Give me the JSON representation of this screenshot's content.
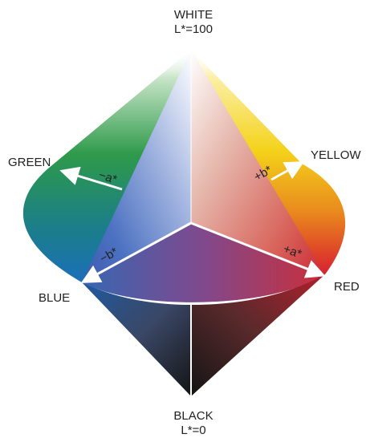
{
  "labels": {
    "white_name": "WHITE",
    "white_value": "L*=100",
    "black_name": "BLACK",
    "black_value": "L*=0",
    "green": "GREEN",
    "yellow": "YELLOW",
    "blue": "BLUE",
    "red": "RED"
  },
  "axes": {
    "neg_a": "−a*",
    "pos_a": "+a*",
    "neg_b": "−b*",
    "pos_b": "+b*"
  },
  "colors": {
    "green": "#2e9a4a",
    "yellow": "#f4d21a",
    "blue": "#1b6fb8",
    "red": "#d8202f",
    "purple": "#7a3f86",
    "arrow": "#ffffff"
  }
}
